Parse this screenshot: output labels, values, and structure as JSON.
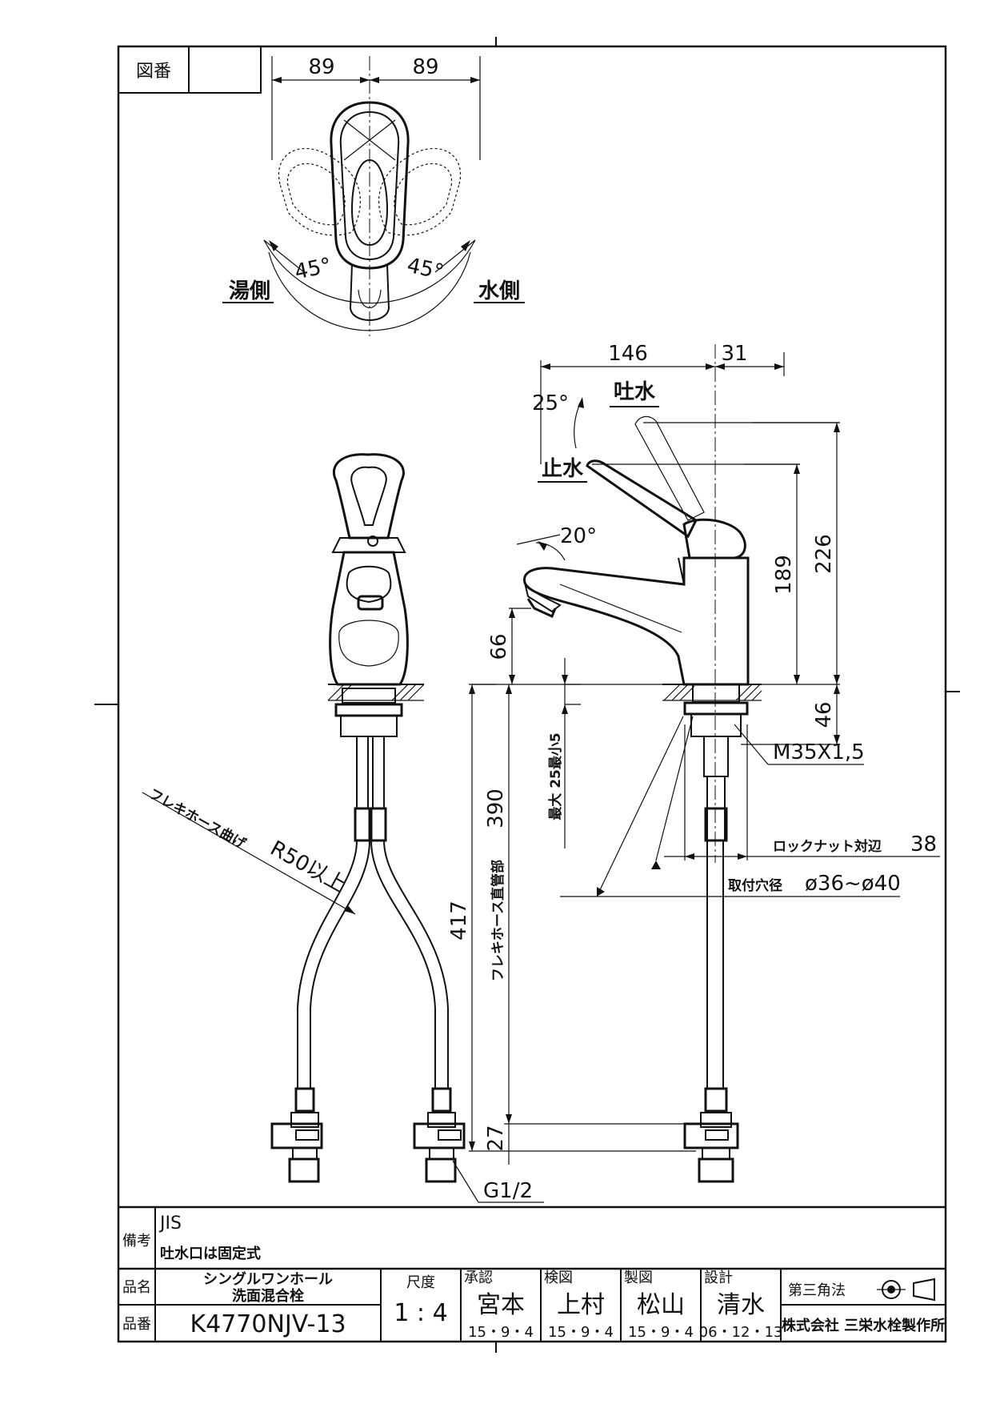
{
  "drawing_no_label": "図番",
  "top_view": {
    "dim_left": "89",
    "dim_right": "89",
    "angle_left": "45°",
    "angle_right": "45°",
    "hot_side": "湯側",
    "cold_side": "水側"
  },
  "side_view": {
    "dim_146": "146",
    "dim_31": "31",
    "angle_25": "25°",
    "spout_open": "吐水",
    "spout_stop": "止水",
    "angle_20": "20°",
    "dim_189": "189",
    "dim_226": "226",
    "dim_66": "66",
    "dim_46": "46",
    "thread": "M35X1,5",
    "max_min": "最大 25最小5",
    "locknut": "ロックナット対辺",
    "locknut_val": "38",
    "mount_hole": "取付穴径",
    "mount_hole_val": "ø36~ø40",
    "dim_417": "417",
    "hose_length": "フレキホース直管部",
    "hose_length_val": "390",
    "dim_27": "27",
    "thread_g": "G1/2"
  },
  "front_view": {
    "hose_bend": "フレキホース曲げ",
    "hose_bend_val": "R50以上"
  },
  "title_block": {
    "remarks_label": "備考",
    "remark_1": "JIS",
    "remark_2": "吐水口は固定式",
    "name_label": "品名",
    "name_line1": "シングルワンホール",
    "name_line2": "洗面混合栓",
    "number_label": "品番",
    "part_number": "K4770NJV-13",
    "scale_label": "尺度",
    "scale": "1 : 4",
    "approved_label": "承認",
    "approved_name": "宮本",
    "approved_date": "15・9・4",
    "checked_label": "検図",
    "checked_name": "上村",
    "checked_date": "15・9・4",
    "drawn_label": "製図",
    "drawn_name": "松山",
    "drawn_date": "15・9・4",
    "design_label": "設計",
    "design_name": "清水",
    "design_date": "06・12・13",
    "projection": "第三角法",
    "company": "株式会社 三栄水栓製作所"
  }
}
